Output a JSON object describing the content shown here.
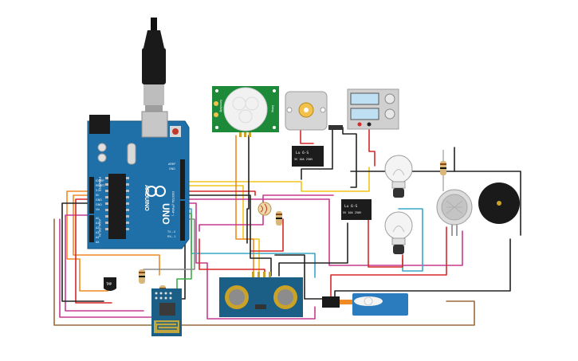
{
  "board": {
    "brand": "ARDUINO",
    "model": "UNO",
    "header_power": "POWER",
    "header_analog": "ANALOG IN",
    "header_digital": "DIGITAL (PWM~)",
    "pin_aref": "AREF",
    "pin_gnd": "GND",
    "pins_power": [
      "IOREF",
      "RESET",
      "3.3V",
      "5V",
      "GND",
      "GND",
      "Vin"
    ],
    "pins_analog": [
      "A0",
      "A1",
      "A2",
      "A3",
      "A4",
      "A5"
    ],
    "pin_tx": "TX→0",
    "pin_rx": "RX←1"
  },
  "relays": {
    "relay1_label": "Lu 6-S",
    "relay1_sub": "5V 10A 250V",
    "relay2_label": "Lu 6-S",
    "relay2_sub": "5V 10A 250V"
  },
  "sensors": {
    "temp_label": "TMP",
    "pir_left": "Sensitivity",
    "pir_right": "Delay"
  },
  "colors": {
    "board": "#1f6fa8",
    "pcb_green": "#1d8a3a",
    "pcb_blue": "#1b5f86",
    "wire_red": "#d62828",
    "wire_black": "#222222",
    "wire_orange": "#f08a24",
    "wire_yellow": "#f0c419",
    "wire_magenta": "#c83a8f",
    "wire_brown": "#9b6a3c",
    "wire_cyan": "#3aa7c8",
    "wire_green": "#3fae49",
    "wire_gray": "#8a8a8a"
  }
}
